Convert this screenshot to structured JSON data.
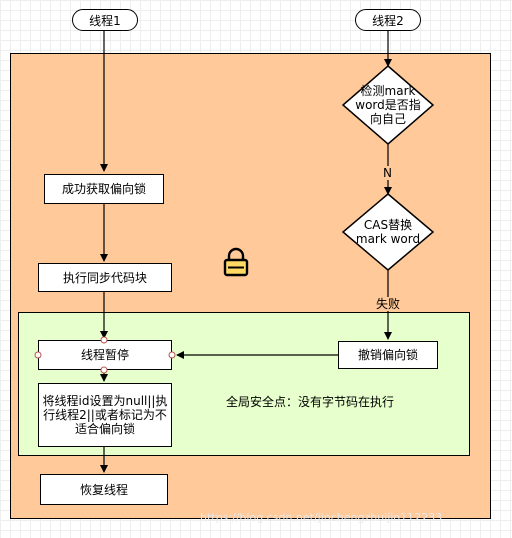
{
  "nodes": {
    "thread1": "线程1",
    "thread2": "线程2",
    "check_mark_word": "检测mark word是否指向自己",
    "acquire_lock": "成功获取偏向锁",
    "execute_sync": "执行同步代码块",
    "cas_replace": "CAS替换mark word",
    "revoke_lock": "撤销偏向锁",
    "pause_thread": "线程暂停",
    "set_thread_id": "将线程id设置为null||执行线程2||或者标记为不适合偏向锁",
    "resume_thread": "恢复线程"
  },
  "edge_labels": {
    "n": "N",
    "fail": "失败"
  },
  "regions": {
    "safepoint": "全局安全点：没有字节码在执行"
  },
  "icons": {
    "lock": "lock-icon"
  },
  "watermark": "https://blog.csdn.net/jinchengzhuijio112233",
  "colors": {
    "outer_fill": "#ffc999",
    "inner_fill": "#e6ffcc",
    "node_fill": "#ffffff"
  }
}
